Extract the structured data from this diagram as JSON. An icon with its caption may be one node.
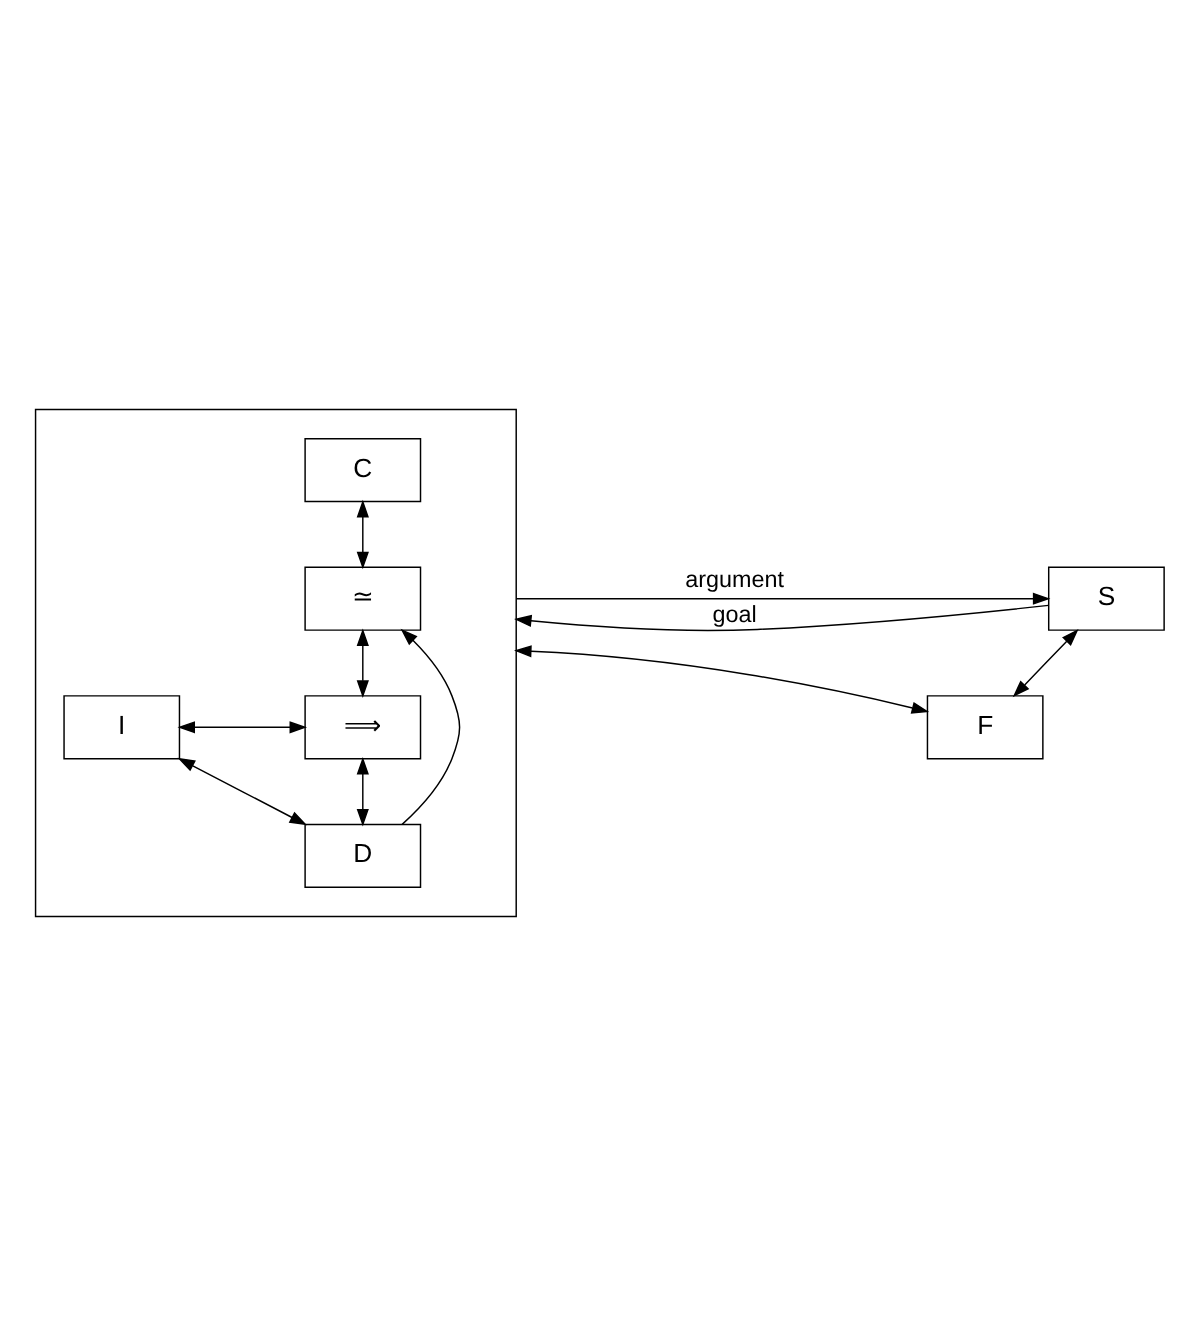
{
  "diagram": {
    "nodes": [
      {
        "text": [],
        "shape": "box"
      },
      {
        "text": [
          "C"
        ],
        "in": 0
      },
      {
        "text": [
          "≃"
        ],
        "in": 0
      },
      {
        "text": [
          "I"
        ],
        "in": 0
      },
      {
        "text": [
          "⟹"
        ],
        "in": 0
      },
      {
        "text": [
          "D"
        ],
        "in": 0
      },
      {
        "text": [
          "S"
        ]
      },
      {
        "text": [
          "F"
        ]
      }
    ],
    "edges": [
      {
        "from": 1,
        "to": 2,
        "arrow": "both"
      },
      {
        "from": 2,
        "to": 4,
        "arrow": "both"
      },
      {
        "from": 3,
        "to": 4,
        "arrow": "both"
      },
      {
        "from": 4,
        "to": 5,
        "arrow": "both"
      },
      {
        "from": 3,
        "to": 5,
        "arrow": "both"
      },
      {
        "from": 5,
        "to": 2,
        "arrow": "to"
      },
      {
        "from": 6,
        "to": 0,
        "label": "goal",
        "arrow": "to"
      },
      {
        "from": 0,
        "to": 6,
        "label": "argument",
        "arrow": "to"
      },
      {
        "from": 6,
        "to": 7,
        "arrow": "both"
      },
      {
        "from": 0,
        "to": 7,
        "arrow": "both"
      }
    ]
  }
}
